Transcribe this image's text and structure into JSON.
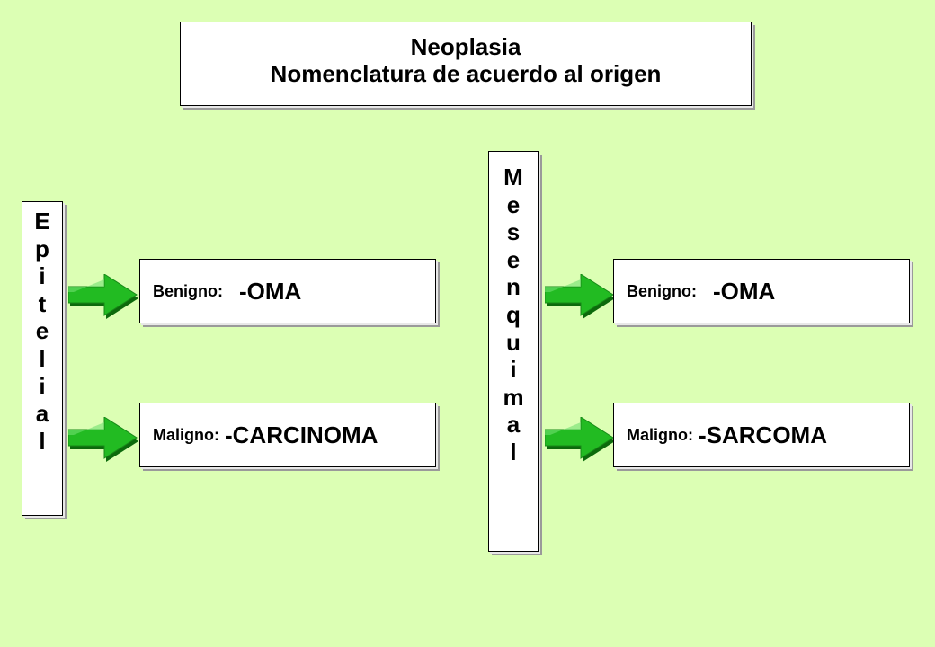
{
  "title": {
    "line1": "Neoplasia",
    "line2": "Nomenclatura de acuerdo al origen"
  },
  "epitelial": {
    "letters": [
      "E",
      "p",
      "i",
      "t",
      "e",
      "l",
      "i",
      "a",
      "l"
    ],
    "benigno": {
      "label": "Benigno:",
      "suffix": "-OMA"
    },
    "maligno": {
      "label": "Maligno:",
      "suffix": "-CARCINOMA"
    }
  },
  "mesenquimal": {
    "letters": [
      "M",
      "e",
      "s",
      "e",
      "n",
      "q",
      "u",
      "i",
      "m",
      "a",
      "l"
    ],
    "benigno": {
      "label": "Benigno:",
      "suffix": "-OMA"
    },
    "maligno": {
      "label": "Maligno:",
      "suffix": "-SARCOMA"
    }
  },
  "colors": {
    "background": "#dcffb4",
    "arrow_fill": "#22bb22",
    "arrow_dark": "#0c6a0c"
  }
}
